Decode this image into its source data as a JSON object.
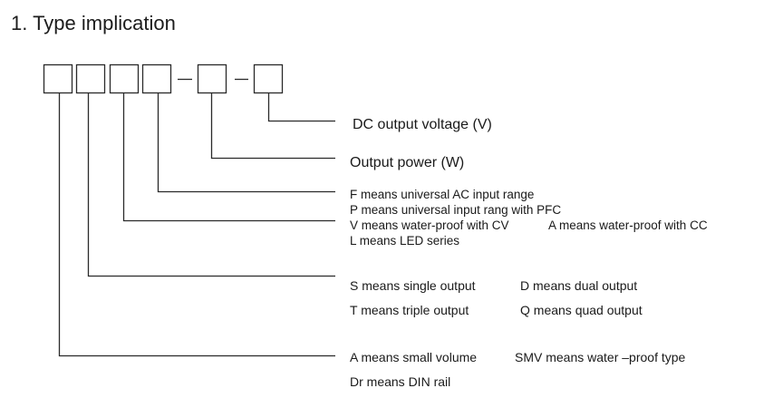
{
  "heading": "1. Type implication",
  "labels": {
    "dc_output_voltage": "DC output voltage (V)",
    "output_power": "Output power (W)",
    "f_means": "F means universal AC input range",
    "p_means": "P means universal input rang with PFC",
    "v_means": "V means water-proof with CV",
    "a_cc_means": "A means water-proof with CC",
    "l_means": "L means LED series",
    "s_means": "S means single output",
    "d_means": "D means dual output",
    "t_means": "T means triple output",
    "q_means": "Q means quad output",
    "a_small_means": "A means small volume",
    "smv_means": "SMV means water –proof type",
    "dr_means": "Dr means DIN rail"
  },
  "colors": {
    "line": "#2a2a2a",
    "text": "#1a1a1a"
  }
}
